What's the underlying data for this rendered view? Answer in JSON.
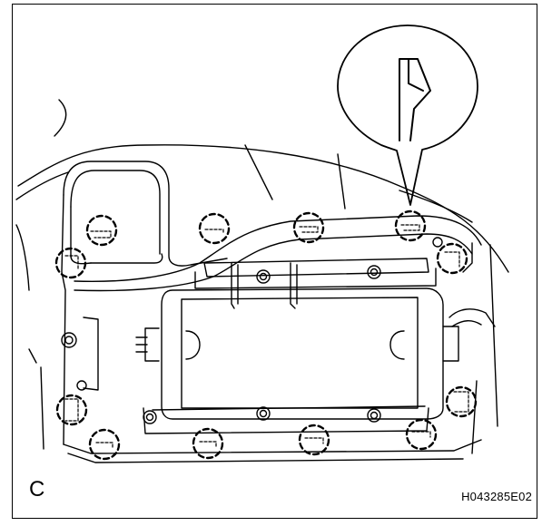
{
  "figure": {
    "view_label": "C",
    "figure_code": "H043285E02"
  },
  "colors": {
    "line": "#000000",
    "background": "#ffffff"
  },
  "icons": {
    "callout": "magnified-clip-profile-icon",
    "markers": "dashed-clip-marker"
  }
}
